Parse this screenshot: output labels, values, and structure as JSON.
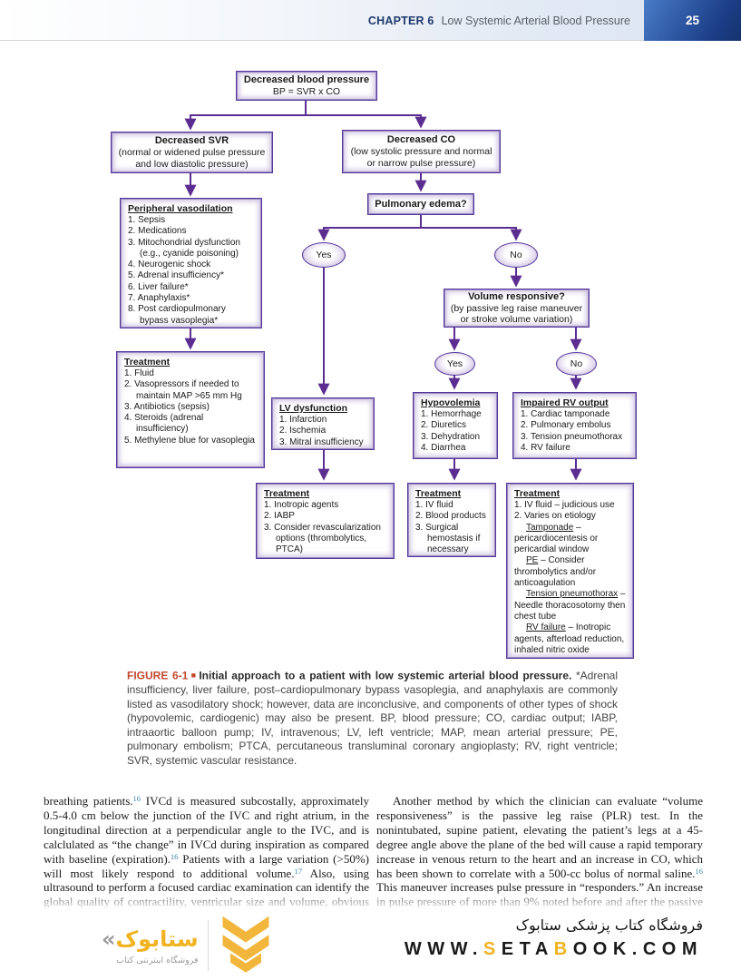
{
  "header": {
    "chapter_label": "CHAPTER 6",
    "chapter_title": "Low Systemic Arterial Blood Pressure",
    "page_number": "25"
  },
  "flowchart": {
    "decreased_bp": {
      "line1": "Decreased blood pressure",
      "line2": "BP = SVR x CO"
    },
    "decreased_svr": {
      "line1": "Decreased SVR",
      "line2": "(normal or widened pulse pressure",
      "line3": "and low diastolic pressure)"
    },
    "decreased_co": {
      "line1": "Decreased CO",
      "line2": "(low systolic pressure and normal",
      "line3": "or narrow pulse pressure)"
    },
    "pulmonary_edema": {
      "line1": "Pulmonary edema?"
    },
    "volume_responsive": {
      "line1": "Volume responsive?",
      "line2": "(by passive leg raise maneuver",
      "line3": "or stroke volume variation)"
    },
    "yes1": "Yes",
    "no1": "No",
    "yes2": "Yes",
    "no2": "No",
    "peripheral_vasodilation": {
      "title": "Peripheral vasodilation",
      "items": [
        "1. Sepsis",
        "2. Medications",
        "3. Mitochondrial dysfunction (e.g., cyanide poisoning)",
        "4. Neurogenic shock",
        "5. Adrenal insufficiency*",
        "6. Liver failure*",
        "7. Anaphylaxis*",
        "8. Post cardiopulmonary bypass vasoplegia*"
      ]
    },
    "treatment_svr": {
      "title": "Treatment",
      "items": [
        "1. Fluid",
        "2. Vasopressors if needed to maintain MAP >65 mm Hg",
        "3. Antibiotics (sepsis)",
        "4. Steroids (adrenal insufficiency)",
        "5. Methylene blue for vasoplegia"
      ]
    },
    "lv_dysfunction": {
      "title": "LV dysfunction",
      "items": [
        "1. Infarction",
        "2. Ischemia",
        "3. Mitral insufficiency"
      ]
    },
    "hypovolemia": {
      "title": "Hypovolemia",
      "items": [
        "1. Hemorrhage",
        "2. Diuretics",
        "3. Dehydration",
        "4. Diarrhea"
      ]
    },
    "impaired_rv": {
      "title": "Impaired RV output",
      "items": [
        "1. Cardiac tamponade",
        "2. Pulmonary embolus",
        "3. Tension pneumothorax",
        "4. RV failure"
      ]
    },
    "treatment_lv": {
      "title": "Treatment",
      "items": [
        "1. Inotropic agents",
        "2. IABP",
        "3. Consider revascularization options (thrombolytics, PTCA)"
      ]
    },
    "treatment_hypo": {
      "title": "Treatment",
      "items": [
        "1. IV fluid",
        "2. Blood products",
        "3. Surgical hemostasis if necessary"
      ]
    },
    "treatment_rv": {
      "title": "Treatment",
      "item1": "1. IV fluid – judicious use",
      "item2": "2. Varies on etiology",
      "entries": [
        {
          "term": "Tamponade",
          "rest": " – pericardiocentesis or pericardial window"
        },
        {
          "term": "PE",
          "rest": " – Consider thrombolytics and/or anticoagulation"
        },
        {
          "term": "Tension pneumothorax",
          "rest": " – Needle thoracosotomy then chest tube"
        },
        {
          "term": "RV failure",
          "rest": " – Inotropic agents, afterload reduction, inhaled nitric oxide"
        }
      ]
    }
  },
  "caption": {
    "figure_label": "FIGURE 6-1",
    "figure_marker": "■",
    "bold_text": "Initial approach to a patient with low systemic arterial blood pressure.",
    "text": " *Adrenal insufficiency, liver failure, post–cardiopulmonary bypass vasoplegia, and anaphylaxis are commonly listed as vasodilatory shock; however, data are inconclusive, and components of other types of shock (hypovolemic, cardiogenic) may also be present. BP, blood pressure; CO, cardiac output; IABP, intraaortic balloon pump; IV, intravenous; LV, left ventricle; MAP, mean arterial pressure; PE, pulmonary embolism; PTCA, percutaneous transluminal coronary angioplasty; RV, right ventricle; SVR, systemic vascular resistance."
  },
  "body": {
    "left": {
      "seg0": "breathing patients.",
      "sup0": "16",
      "seg1": " IVCd is measured subcostally, approximately 0.5-4.0 cm below the junction of the IVC and right atrium, in the longitudinal direction at a perpendicular angle to the IVC, and is calclulated as “the change” in IVCd during inspiration as compared with baseline (expiration).",
      "sup1": "16",
      "seg2": " Patients with a large variation (>50%) will most likely respond to additional volume.",
      "sup2": "17",
      "seg3": " Also, using ultrasound to perform a focused cardiac examination can identify the global quality of contractility, ventricular size and volume, obvious wall motion abnormalities, significant valvular abnormalities, and the presence of"
    },
    "right": {
      "seg0": "Another method by which the clinician can evaluate “volume responsiveness” is the passive leg raise (PLR) test. In the nonintubated, supine patient, elevating the patient’s legs at a 45-degree angle above the plane of the bed will cause a rapid temporary increase in venous return to the heart and an increase in CO, which has been shown to correlate with a 500-cc bolus of normal saline.",
      "sup0": "16",
      "seg1": " This maneuver increases pulse pressure in “responders.” An increase in pulse pressure of more than 9% noted before and after the passive leg lifts will identify patients who are likely to respond to additional IV fluid"
    }
  },
  "footer": {
    "store_name_fa": "فروشگاه کتاب پزشکی ستابوک",
    "url_prefix": "WWW.",
    "url_s": "S",
    "url_eta": "ETA",
    "url_b": "B",
    "url_rest": "OOK.COM",
    "logo_mark": "«",
    "logo_text_fa": "ستابوک",
    "logo_subtext_fa": "فروشگاه اینترنتی کتاب"
  }
}
